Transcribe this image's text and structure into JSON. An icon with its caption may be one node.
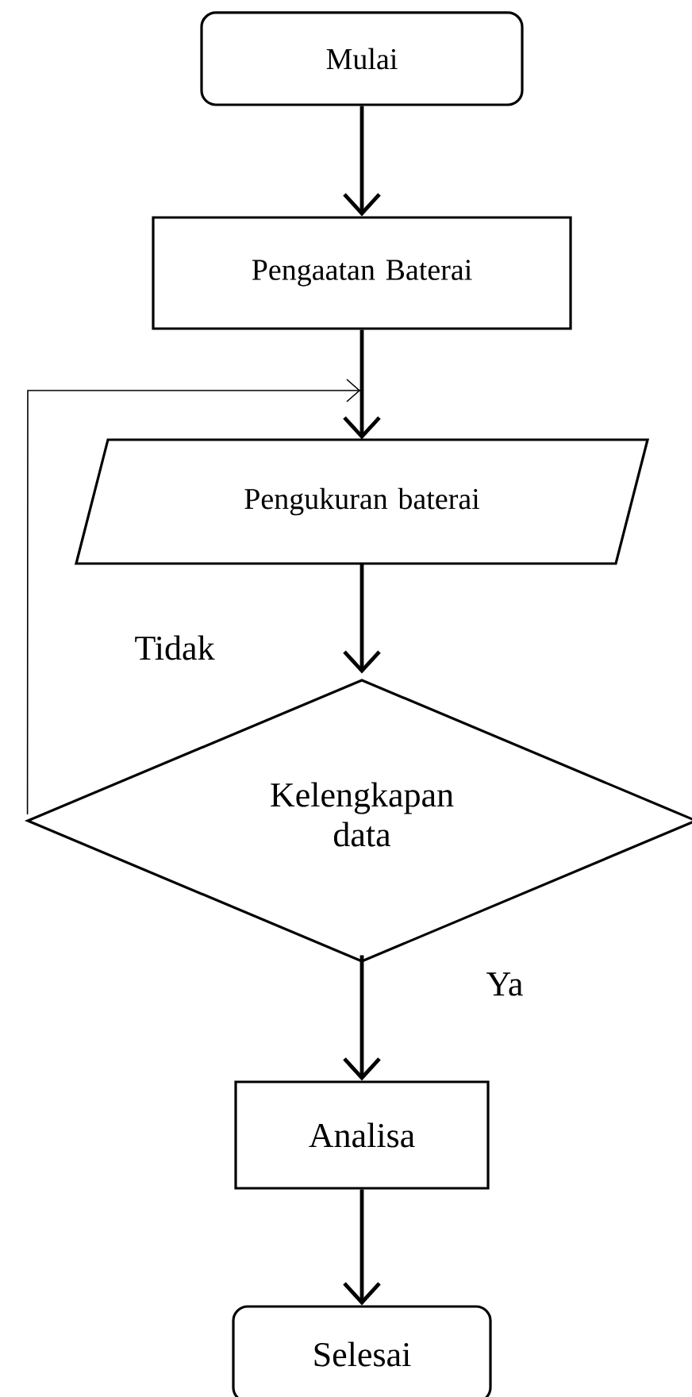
{
  "diagram": {
    "nodes": [
      {
        "text": [
          "Mulai"
        ]
      },
      {
        "text": [
          "Pengaatan Baterai"
        ]
      },
      {
        "text": [
          "Pengukuran baterai"
        ]
      },
      {
        "text": [
          "Kelengkapan data"
        ]
      },
      {
        "text": [
          "Analisa"
        ]
      },
      {
        "text": [
          "Selesai"
        ]
      }
    ],
    "edges": [
      {
        "from": 0,
        "to": 1,
        "arrow": "to"
      },
      {
        "from": 1,
        "to": 2,
        "arrow": "to"
      },
      {
        "from": 2,
        "to": 3,
        "arrow": "to"
      },
      {
        "from": 3,
        "to": 2,
        "arrow": "to",
        "label": "Tidak"
      },
      {
        "from": 3,
        "to": 4,
        "arrow": "to",
        "label": "Ya"
      },
      {
        "from": 4,
        "to": 5,
        "arrow": "to"
      }
    ]
  }
}
